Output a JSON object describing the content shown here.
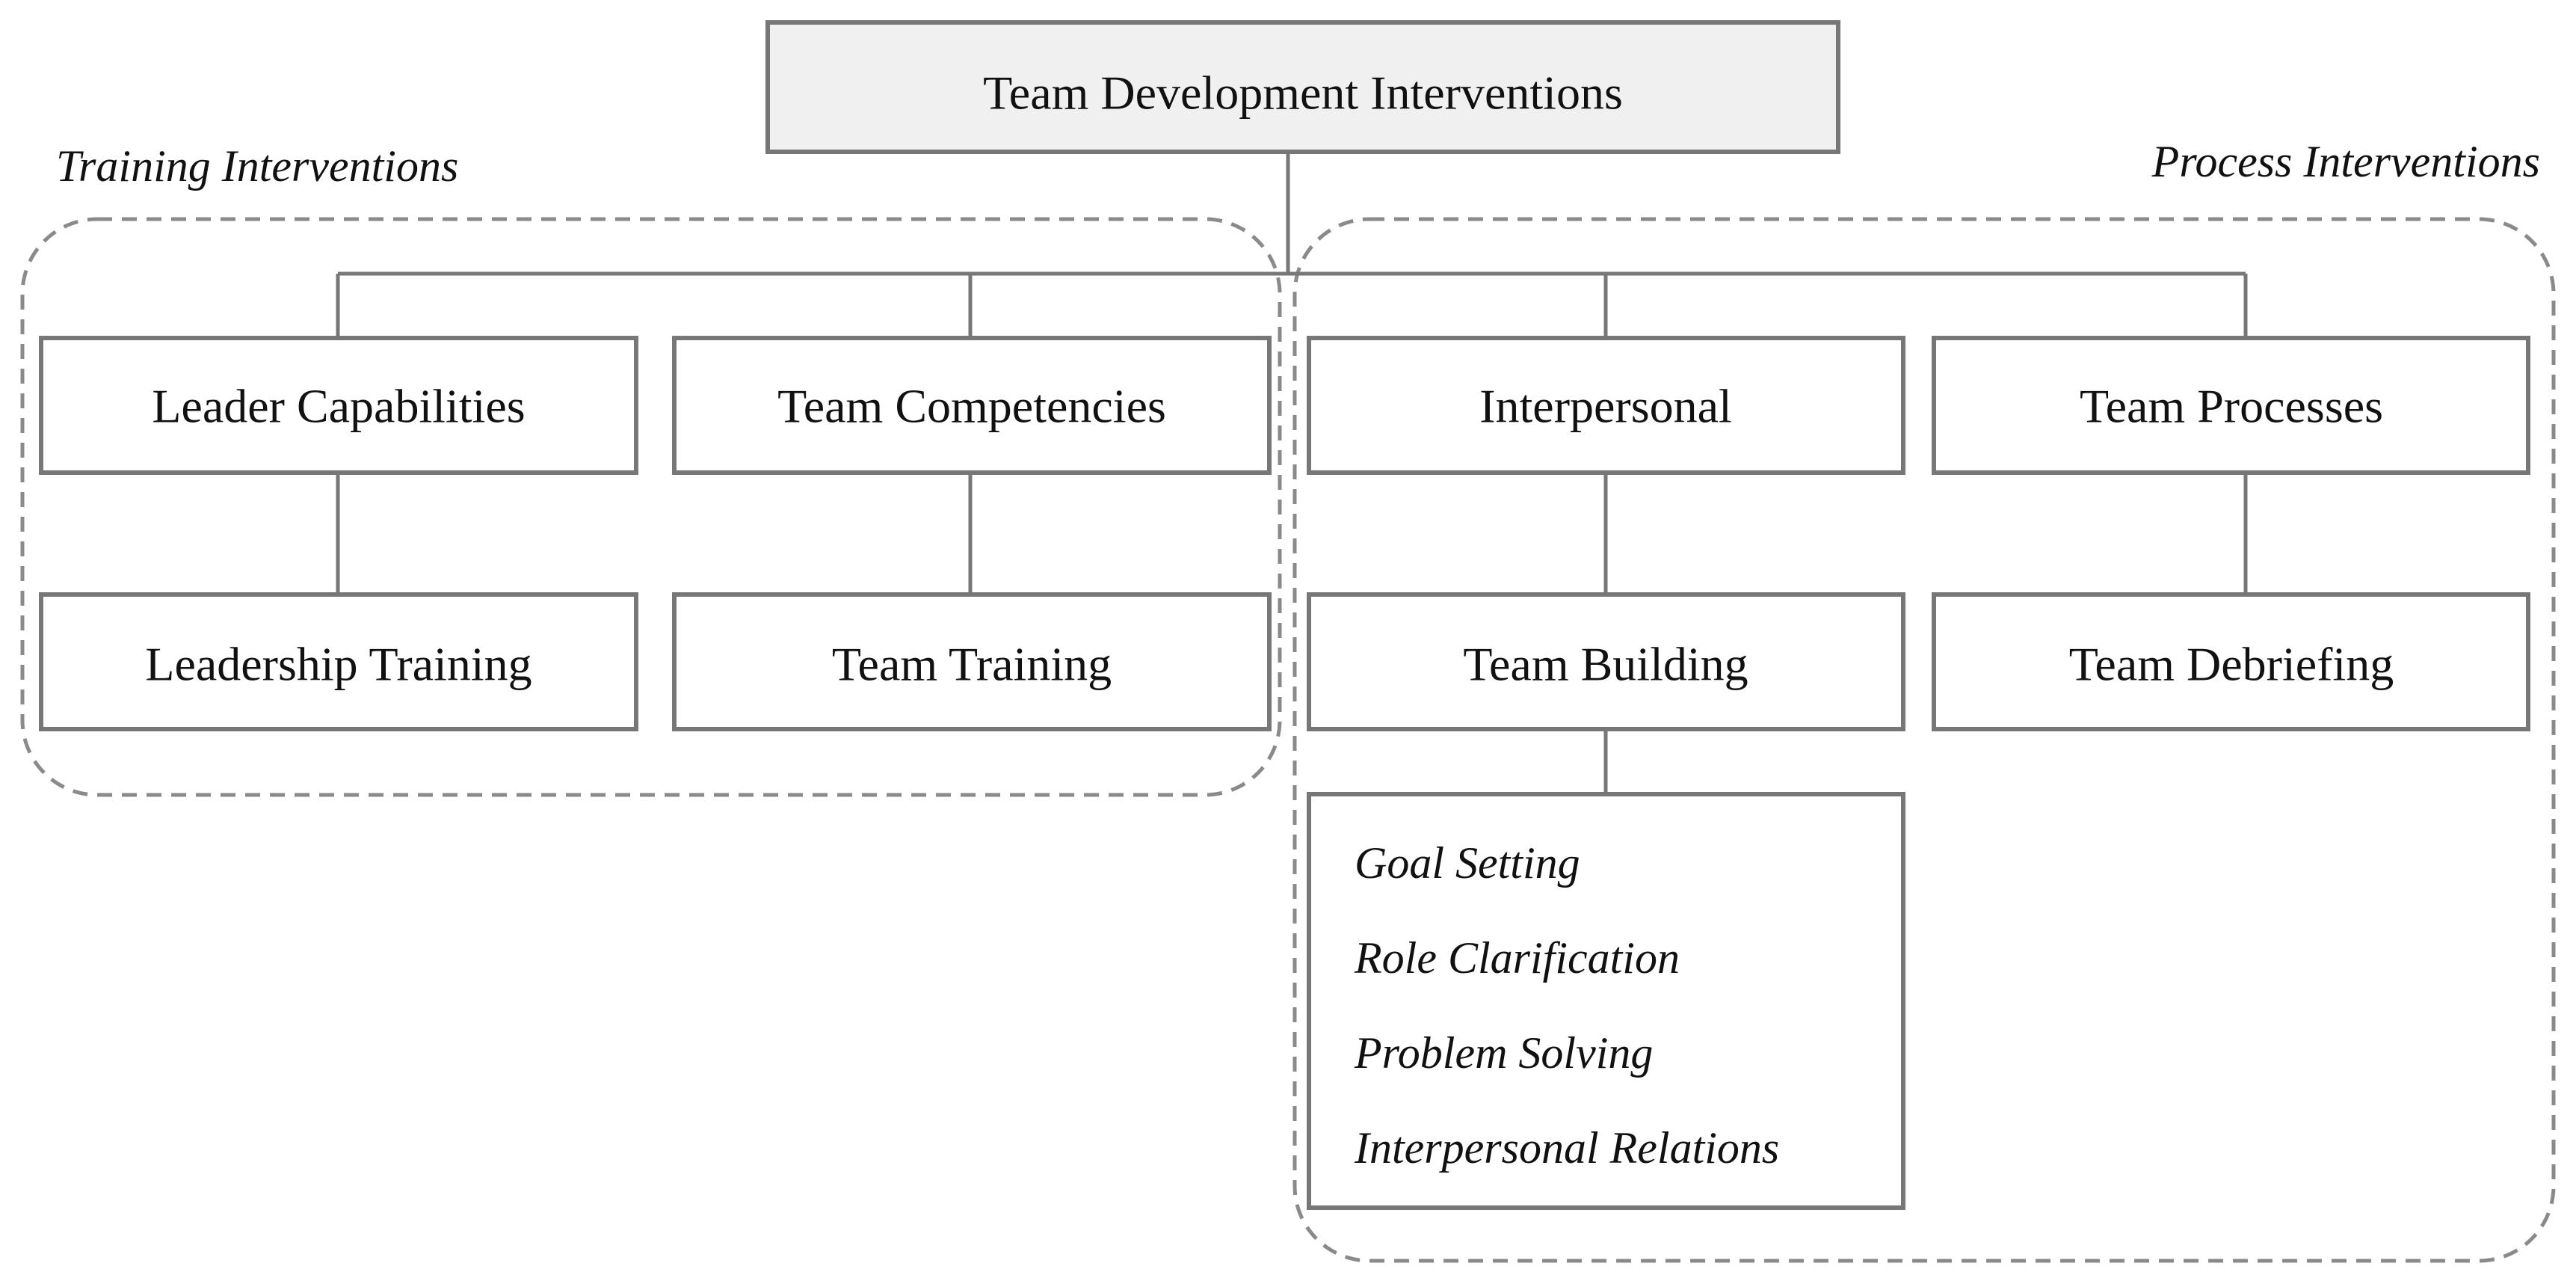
{
  "diagram": {
    "root": {
      "label": "Team Development Interventions"
    },
    "groups": {
      "training": {
        "label": "Training Interventions"
      },
      "process": {
        "label": "Process Interventions"
      }
    },
    "level1": [
      {
        "label": "Leader Capabilities"
      },
      {
        "label": "Team Competencies"
      },
      {
        "label": "Interpersonal"
      },
      {
        "label": "Team Processes"
      }
    ],
    "level2": [
      {
        "label": "Leadership Training"
      },
      {
        "label": "Team Training"
      },
      {
        "label": "Team Building"
      },
      {
        "label": "Team Debriefing"
      }
    ],
    "team_building_items": [
      "Goal Setting",
      "Role Clarification",
      "Problem Solving",
      "Interpersonal Relations"
    ],
    "colors": {
      "box_stroke": "#777777",
      "root_fill": "#f0f0f0",
      "group_dash": "#8a8a8a"
    }
  }
}
